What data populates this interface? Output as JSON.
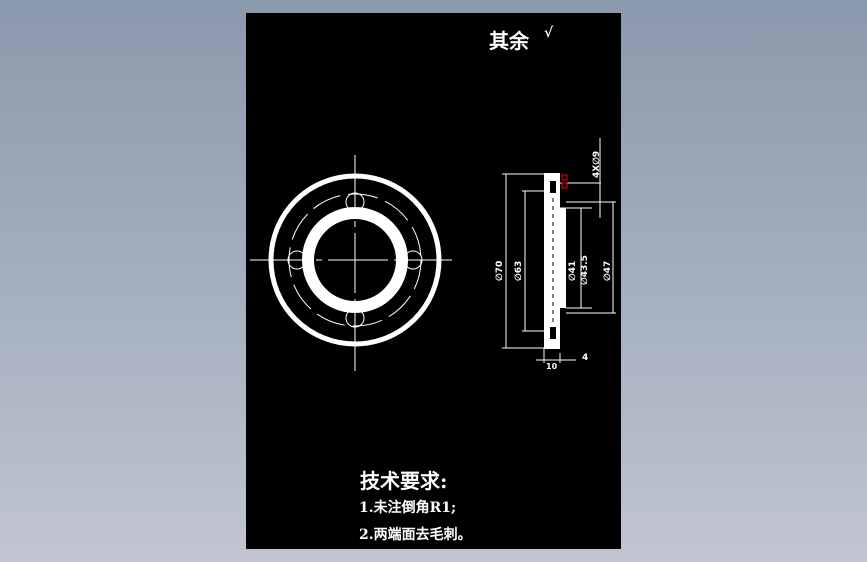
{
  "drawing": {
    "surface_roughness": {
      "label": "其余",
      "symbol": "√"
    },
    "technical_requirements": {
      "title": "技术要求:",
      "items": [
        "1.未注倒角R1;",
        "2.两端面去毛刺。"
      ]
    },
    "dimensions": {
      "holes": "4X∅9",
      "outer_diameter": "∅70",
      "bolt_circle": "∅63",
      "bore": "∅41",
      "boss_inner": "∅43.5",
      "boss_outer": "∅47",
      "width_bottom": "10",
      "step": "4"
    },
    "colors": {
      "paper": "#000000",
      "lines": "#ffffff",
      "highlight": "#ff0000",
      "background_top": "#8a99ab",
      "background_bottom": "#c1c5d1"
    }
  }
}
